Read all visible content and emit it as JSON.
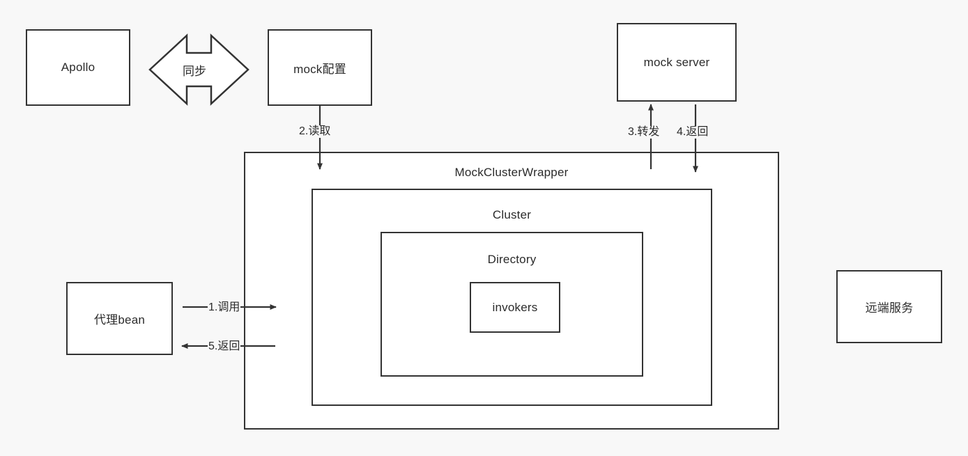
{
  "diagram": {
    "title": "MockClusterWrapper dubbo mock flow",
    "background_color": "#f8f8f8",
    "stroke_color": "#333333",
    "fill_color": "#ffffff",
    "text_color": "#2b2b2b"
  },
  "nodes": {
    "apollo": {
      "label": "Apollo"
    },
    "mock_config": {
      "label": "mock配置"
    },
    "mock_server": {
      "label": "mock server"
    },
    "proxy_bean": {
      "label": "代理bean"
    },
    "remote_service": {
      "label": "远端服务"
    },
    "invokers": {
      "label": "invokers"
    }
  },
  "containers": {
    "mock_cluster_wrapper": {
      "label": "MockClusterWrapper"
    },
    "cluster": {
      "label": "Cluster"
    },
    "directory": {
      "label": "Directory"
    }
  },
  "edges": {
    "sync": {
      "label": "同步",
      "direction": "bidirectional"
    },
    "read": {
      "label": "2.读取",
      "direction": "down"
    },
    "forward": {
      "label": "3.转发",
      "direction": "up"
    },
    "response": {
      "label": "4.返回",
      "direction": "down"
    },
    "invoke": {
      "label": "1.调用",
      "direction": "right"
    },
    "return": {
      "label": "5.返回",
      "direction": "left"
    }
  }
}
